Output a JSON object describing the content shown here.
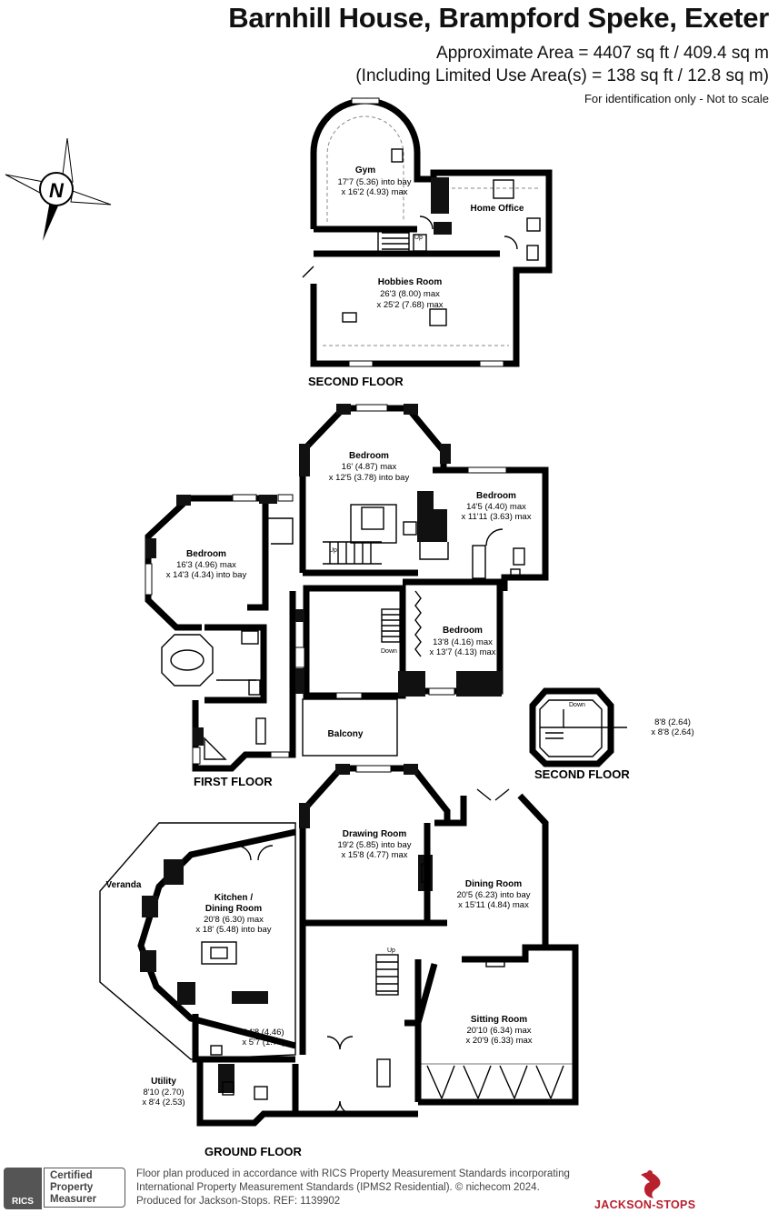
{
  "header": {
    "title": "Barnhill House, Brampford Speke, Exeter",
    "area": "Approximate Area = 4407 sq ft / 409.4 sq m",
    "limited_area": "(Including Limited Use Area(s) = 138 sq ft / 12.8 sq m)",
    "note": "For identification only - Not to scale"
  },
  "compass": {
    "label": "N"
  },
  "floors": {
    "second": "SECOND FLOOR",
    "second_tower": "SECOND FLOOR",
    "first": "FIRST FLOOR",
    "ground": "GROUND FLOOR"
  },
  "rooms": {
    "gym": {
      "name": "Gym",
      "dim1": "17'7 (5.36) into bay",
      "dim2": "x 16'2 (4.93) max"
    },
    "home_office": {
      "name": "Home Office"
    },
    "hobbies": {
      "name": "Hobbies Room",
      "dim1": "26'3 (8.00) max",
      "dim2": "x 25'2 (7.68) max"
    },
    "bed_top": {
      "name": "Bedroom",
      "dim1": "16' (4.87) max",
      "dim2": "x 12'5 (3.78) into bay"
    },
    "bed_right": {
      "name": "Bedroom",
      "dim1": "14'5 (4.40) max",
      "dim2": "x 11'11 (3.63) max"
    },
    "bed_left": {
      "name": "Bedroom",
      "dim1": "16'3 (4.96) max",
      "dim2": "x 14'3 (4.34) into bay"
    },
    "bed_mid": {
      "name": "Bedroom",
      "dim1": "13'8 (4.16) max",
      "dim2": "x 13'7 (4.13) max"
    },
    "balcony": {
      "name": "Balcony"
    },
    "tower": {
      "dim1": "8'8 (2.64)",
      "dim2": "x 8'8 (2.64)"
    },
    "drawing": {
      "name": "Drawing Room",
      "dim1": "19'2 (5.85) into bay",
      "dim2": "x 15'8 (4.77) max"
    },
    "dining": {
      "name": "Dining Room",
      "dim1": "20'5 (6.23) into bay",
      "dim2": "x 15'11 (4.84) max"
    },
    "veranda": {
      "name": "Veranda"
    },
    "kitchen": {
      "name1": "Kitchen /",
      "name2": "Dining Room",
      "dim1": "20'8 (6.30) max",
      "dim2": "x 18' (5.48) into bay"
    },
    "pantry": {
      "dim1": "14'8 (4.46)",
      "dim2": "x 5'7 (1.70)"
    },
    "utility": {
      "name": "Utility",
      "dim1": "8'10 (2.70)",
      "dim2": "x 8'4 (2.53)"
    },
    "sitting": {
      "name": "Sitting Room",
      "dim1": "20'10 (6.34) max",
      "dim2": "x 20'9 (6.33) max"
    }
  },
  "stair_labels": {
    "up": "Up",
    "down": "Down"
  },
  "footer": {
    "line1": "Floor plan produced in accordance with RICS Property Measurement Standards incorporating",
    "line2": "International Property Measurement Standards (IPMS2 Residential).  © nichecom 2024.",
    "line3": "Produced for Jackson-Stops.   REF: 1139902",
    "rics": "RICS",
    "cert1": "Certified",
    "cert2": "Property",
    "cert3": "Measurer",
    "brand": "JACKSON-STOPS"
  }
}
